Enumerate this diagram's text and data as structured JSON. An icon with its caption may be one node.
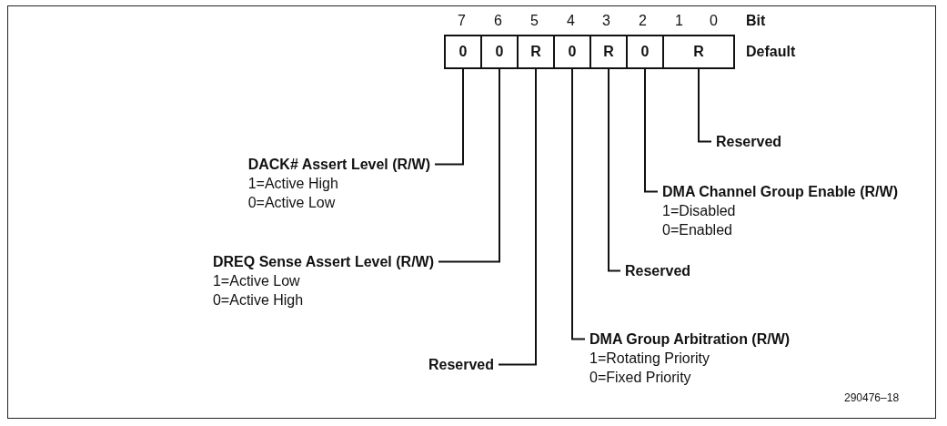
{
  "diagram": {
    "nodes": [
      {
        "text": [
          "0"
        ]
      },
      {
        "text": [
          "0"
        ]
      },
      {
        "text": [
          "R"
        ]
      },
      {
        "text": [
          "0"
        ]
      },
      {
        "text": [
          "R"
        ]
      },
      {
        "text": [
          "0"
        ]
      },
      {
        "text": [
          "R"
        ]
      },
      {
        "text": [
          "DACK# Assert Level (R/W)",
          "1=Active High",
          "0=Active Low"
        ]
      },
      {
        "text": [
          "DREQ Sense Assert Level (R/W)",
          "1=Active Low",
          "0=Active High"
        ]
      },
      {
        "text": [
          "Reserved"
        ]
      },
      {
        "text": [
          "DMA Group Arbitration (R/W)",
          "1=Rotating Priority",
          "0=Fixed Priority"
        ]
      },
      {
        "text": [
          "Reserved"
        ]
      },
      {
        "text": [
          "DMA Channel Group Enable (R/W)",
          "1=Disabled",
          "0=Enabled"
        ]
      },
      {
        "text": [
          "Reserved"
        ]
      }
    ],
    "edges": [
      {
        "from": 7,
        "to": 0,
        "arrow": "none"
      },
      {
        "from": 8,
        "to": 1,
        "arrow": "none"
      },
      {
        "from": 9,
        "to": 2,
        "arrow": "none"
      },
      {
        "from": 10,
        "to": 3,
        "arrow": "none"
      },
      {
        "from": 11,
        "to": 4,
        "arrow": "none"
      },
      {
        "from": 12,
        "to": 5,
        "arrow": "none"
      },
      {
        "from": 13,
        "to": 6,
        "arrow": "none"
      }
    ],
    "labels": [
      "7",
      "6",
      "5",
      "4",
      "3",
      "2",
      "1",
      "0",
      "Bit",
      "Default",
      "290476–18"
    ]
  }
}
